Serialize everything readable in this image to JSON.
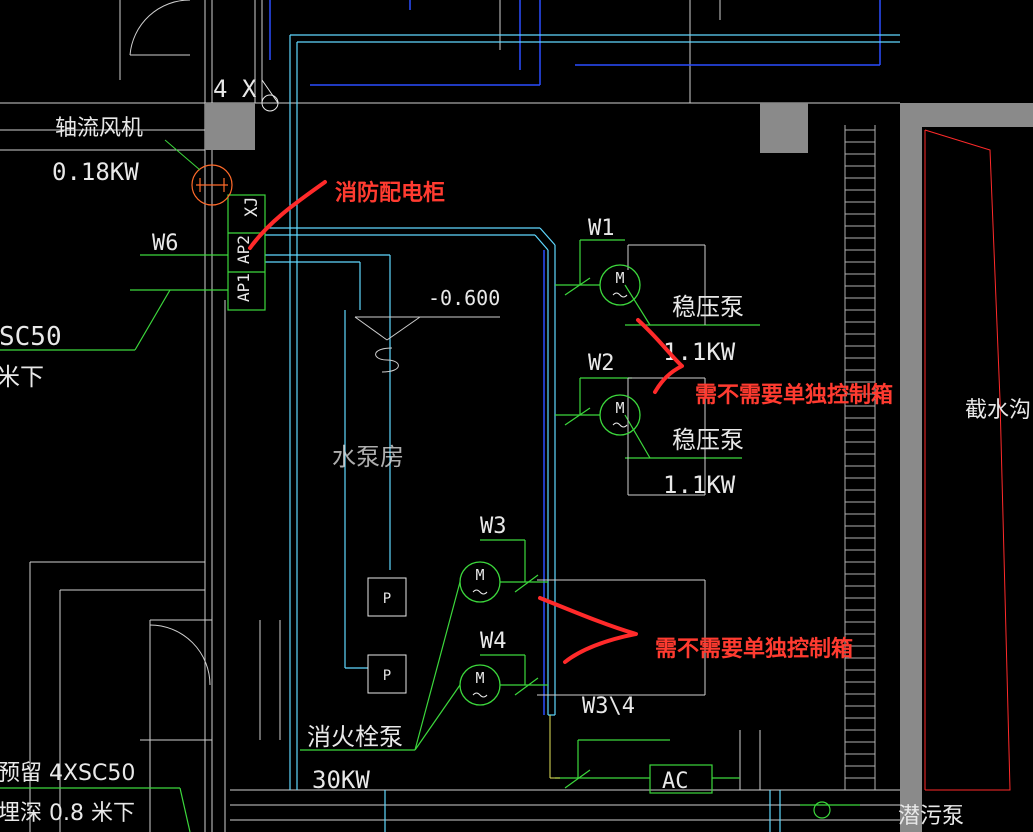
{
  "labels": {
    "axial_fan": "轴流风机",
    "axial_fan_power": "0.18KW",
    "grid_4x": "4 X",
    "w6": "W6",
    "xj": "XJ",
    "ap2": "AP2",
    "ap1": "AP1",
    "sc50": "SC50",
    "sc50_depth": "米下",
    "elevation": "-0.600",
    "pump_room": "水泵房",
    "w1": "W1",
    "w2": "W2",
    "w3": "W3",
    "w4": "W4",
    "stab_pump_1": "稳压泵",
    "stab_pump_1_power": "1.1KW",
    "stab_pump_2": "稳压泵",
    "stab_pump_2_power": "1.1KW",
    "motor": "M",
    "pump_p": "P",
    "hydrant_pump": "消火栓泵",
    "hydrant_pump_power": "30KW",
    "w3_4": "W3\\4",
    "ac": "AC",
    "reserve": "预留 4XSC50",
    "buried_depth": "埋深 0.8  米下",
    "sewage_pump": "潜污泵",
    "intercept_trench": "截水沟"
  },
  "annotations": {
    "fire_cabinet": "消防配电柜",
    "question_1": "需不需要单独控制箱",
    "question_2": "需不需要单独控制箱"
  },
  "colors": {
    "background": "#000000",
    "cad_white": "#e8e8e8",
    "cad_green": "#3cd83c",
    "cad_cyan": "#5fd8ff",
    "cad_blue": "#2a4dff",
    "cad_gray": "#8a8a8a",
    "annotation_red": "#ff2a2a"
  }
}
